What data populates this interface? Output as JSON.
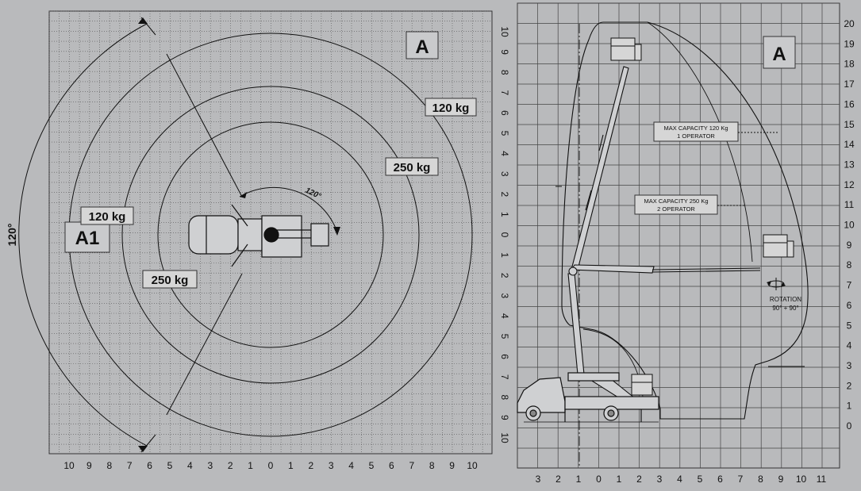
{
  "left_panel": {
    "zone_a": "A",
    "zone_a1": "A1",
    "capacity_outer": "120 kg",
    "capacity_outer_left": "120 kg",
    "capacity_inner": "250 kg",
    "capacity_inner_left": "250 kg",
    "rotation_angle_small": "120°",
    "rotation_angle_large": "120°",
    "x_ticks": [
      "10",
      "9",
      "8",
      "7",
      "6",
      "5",
      "4",
      "3",
      "2",
      "1",
      "0",
      "1",
      "2",
      "3",
      "4",
      "5",
      "6",
      "7",
      "8",
      "9",
      "10"
    ],
    "y_ticks": [
      "10",
      "9",
      "8",
      "7",
      "6",
      "5",
      "4",
      "3",
      "2",
      "1",
      "0",
      "1",
      "2",
      "3",
      "4",
      "5",
      "6",
      "7",
      "8",
      "9",
      "10"
    ]
  },
  "right_panel": {
    "zone_a": "A",
    "max_capacity_120_line1": "MAX  CAPACITY 120 Kg",
    "max_capacity_120_line2": "1 OPERATOR",
    "max_capacity_250_line1": "MAX  CAPACITY 250 Kg",
    "max_capacity_250_line2": "2 OPERATOR",
    "rotation_label": "ROTATION",
    "rotation_range": "90° + 90°",
    "x_ticks": [
      "3",
      "2",
      "1",
      "0",
      "1",
      "2",
      "3",
      "4",
      "5",
      "6",
      "7",
      "8",
      "9",
      "10",
      "11"
    ],
    "y_ticks": [
      "20",
      "19",
      "18",
      "17",
      "16",
      "15",
      "14",
      "13",
      "12",
      "11",
      "10",
      "9",
      "8",
      "7",
      "6",
      "5",
      "4",
      "3",
      "2",
      "1",
      "0"
    ]
  },
  "colors": {
    "background": "#b9babc",
    "grid_dotted": "#5a5a5a",
    "grid_solid": "#444444",
    "line": "#111111",
    "label_box": "#d6d6d6"
  }
}
